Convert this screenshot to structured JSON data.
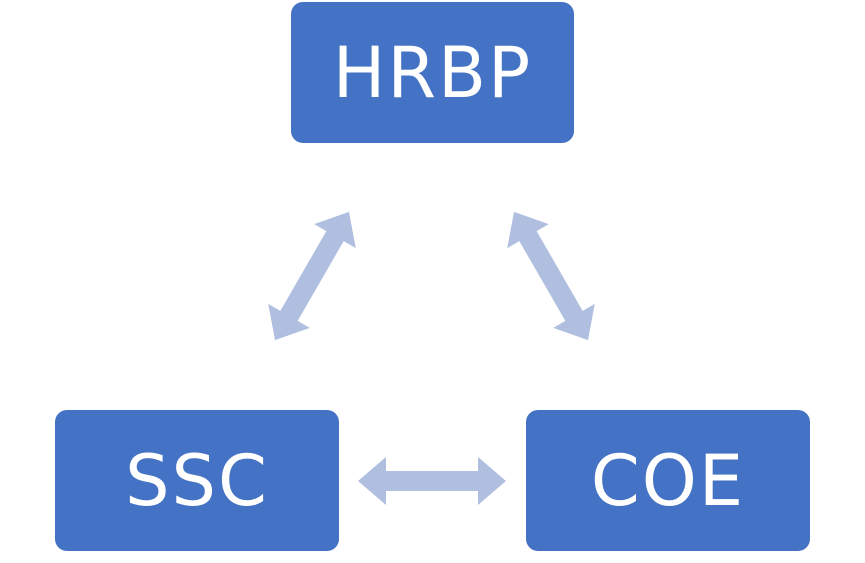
{
  "nodes": {
    "top": "HRBP",
    "left": "SSC",
    "right": "COE"
  },
  "colors": {
    "node_fill": "#4472c4",
    "node_text": "#ffffff",
    "arrow_fill": "#b0bfe0"
  }
}
